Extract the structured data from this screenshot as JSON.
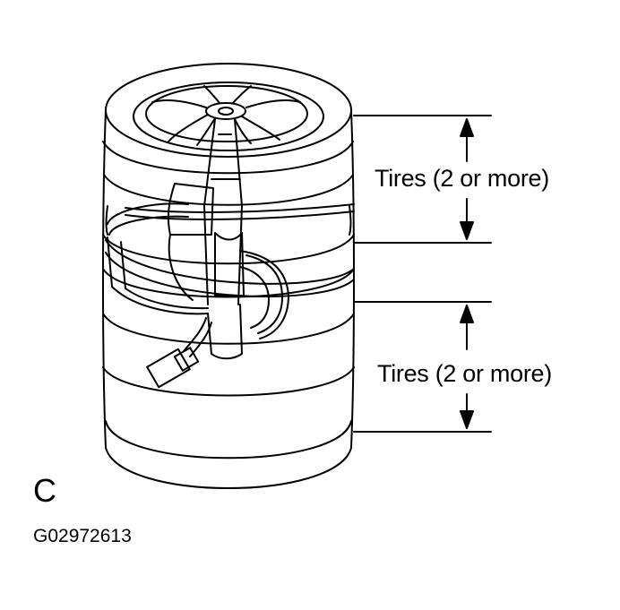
{
  "figure": {
    "panel_letter": "C",
    "figure_code": "G02972613",
    "dimension_labels": [
      {
        "text": "Tires (2 or more)"
      },
      {
        "text": "Tires (2 or more)"
      }
    ]
  },
  "icons": [
    "tire-stack",
    "airbag-module",
    "strap-band",
    "connector",
    "arrow-up",
    "arrow-down"
  ],
  "colors": {
    "line": "#000000",
    "background": "#ffffff"
  }
}
